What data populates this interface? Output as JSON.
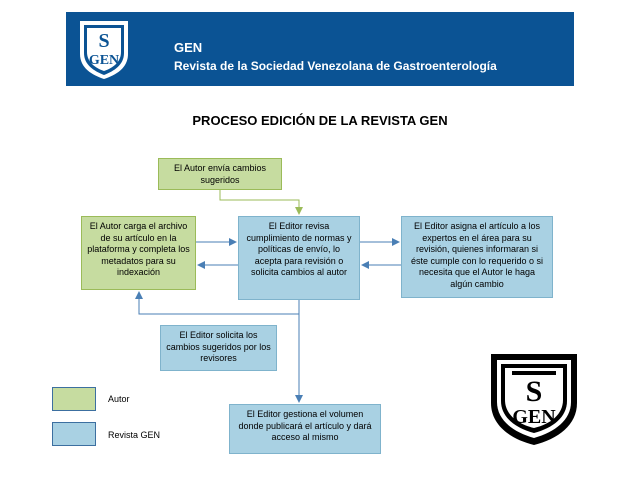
{
  "header": {
    "title": "GEN",
    "subtitle": "Revista de la Sociedad Venezolana de Gastroenterología"
  },
  "page_title": "PROCESO EDICIÓN DE LA REVISTA GEN",
  "boxes": {
    "autor_envia": "El Autor envía cambios sugeridos",
    "autor_carga": "El Autor carga el archivo de su artículo en la plataforma y completa los metadatos para su indexación",
    "editor_revisa": "El Editor revisa cumplimiento de normas y políticas de envío, lo acepta para revisión o solicita cambios al autor",
    "editor_asigna": "El Editor asigna el artículo a los expertos en el área para su revisión, quienes informaran si éste cumple con lo requerido o si necesita que el Autor le haga algún cambio",
    "editor_solicita": "El Editor solicita los cambios sugeridos por los revisores",
    "editor_gestiona": "El Editor gestiona el volumen donde publicará el artículo y dará acceso al mismo"
  },
  "legend": [
    {
      "label": "Autor",
      "color": "#c6dca0"
    },
    {
      "label": "Revista GEN",
      "color": "#a9d1e3"
    }
  ],
  "colors": {
    "header_bg": "#0b5394",
    "autor": "#c6dca0",
    "revista": "#a9d1e3",
    "arrow": "#4a7fb5"
  }
}
